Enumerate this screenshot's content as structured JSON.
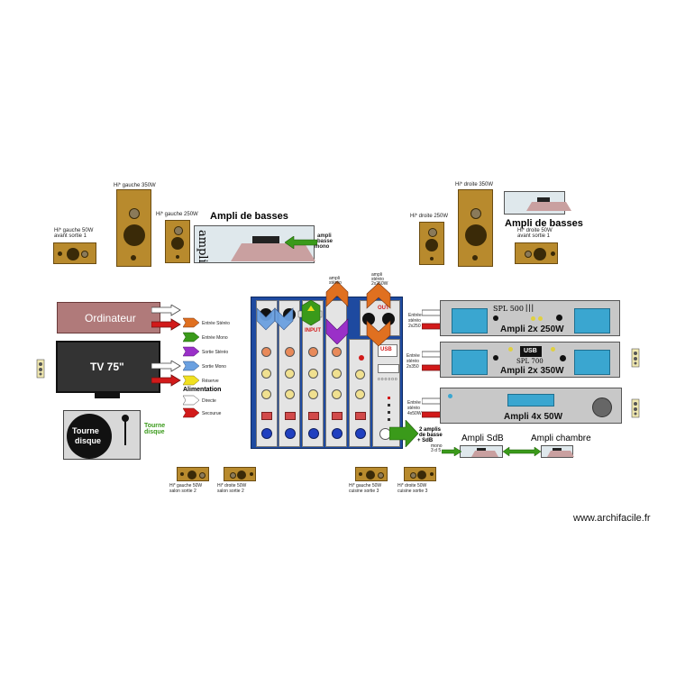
{
  "speakers": {
    "hifi_left_350": "Hi* gauche 350W",
    "hifi_left_250": "Hi* gauche 250W",
    "hifi_left_50_front_1": "Hi* gauche 50W",
    "hifi_left_50_front_2": "avant sortie 1",
    "hifi_right_350": "Hi* droite 350W",
    "hifi_right_250": "Hi* droite 250W",
    "hifi_right_50_front_1": "Hi* droite 50W",
    "hifi_right_50_front_2": "avant sortie 1",
    "salon_left_1": "Hi* gauche 50W",
    "salon_left_2": "salon sortie 2",
    "salon_right_1": "Hi* droite 50W",
    "salon_right_2": "salon sortie 2",
    "cuisine_left_1": "Hi* gauche 50W",
    "cuisine_left_2": "cuisine sortie 3",
    "cuisine_right_1": "Hi* droite 50W",
    "cuisine_right_2": "cuisine sortie 3"
  },
  "bass_amp": {
    "title": "Ampli de basses",
    "word": "ampli",
    "mono_1": "ampli",
    "mono_2": "basse",
    "mono_3": "mono"
  },
  "sources": {
    "computer": "Ordinateur",
    "tv": "TV 75\"",
    "turntable": "Tourne disque",
    "turntable_1": "Tourne",
    "turntable_2": "disque",
    "turntable_green_1": "Tourne",
    "turntable_green_2": "disque"
  },
  "legend": {
    "stereo_in": "Entrée Stéréo",
    "mono_in": "Entrée Mono",
    "stereo_out": "Sortie Stéréo",
    "mono_out": "Sortie Mono",
    "reserve": "Réserve",
    "power": "Alimentation",
    "direct": "Directe",
    "backup": "Secourue"
  },
  "mixer": {
    "input": "INPUT",
    "usb": "USB",
    "out": "OUT",
    "top_amp_1": "ampli",
    "top_amp_2": "stéréo",
    "top_amp_3": "2x250W",
    "top_left_1": "ampli",
    "top_left_2": "stéréo",
    "bass_out_1": "2 amplis",
    "bass_out_2": "de basse",
    "bass_out_3": "+ SdB",
    "bass_out_4": "mono",
    "bass_out_5": "3 d 5"
  },
  "amps": {
    "a1_title": "Ampli 2x 250W",
    "a1_brand": "SPL 500",
    "a1_in_1": "Entrée",
    "a1_in_2": "stéréo",
    "a1_in_3": "2x250",
    "a2_title": "Ampli 2x 350W",
    "a2_brand": "SPL 700",
    "a2_usb": "USB",
    "a2_in_1": "Entrée",
    "a2_in_2": "stéréo",
    "a2_in_3": "2x350",
    "a3_title": "Ampli 4x 50W",
    "a3_in_1": "Entrée",
    "a3_in_2": "stéréo",
    "a3_in_3": "4x50W",
    "sdb": "Ampli SdB",
    "chambre": "Ampli chambre"
  },
  "watermark": "www.archifacile.fr",
  "colors": {
    "speaker_wood": "#b88a2d",
    "screen_blue": "#3aa6d0",
    "mixer_blue": "#1e4aa0",
    "arrow_red": "#d21a1a",
    "arrow_green": "#3a9a1a",
    "arrow_orange": "#e07020",
    "arrow_purple": "#9a30c8",
    "arrow_yellow": "#f0e020",
    "arrow_lightblue": "#6aa0e0"
  }
}
